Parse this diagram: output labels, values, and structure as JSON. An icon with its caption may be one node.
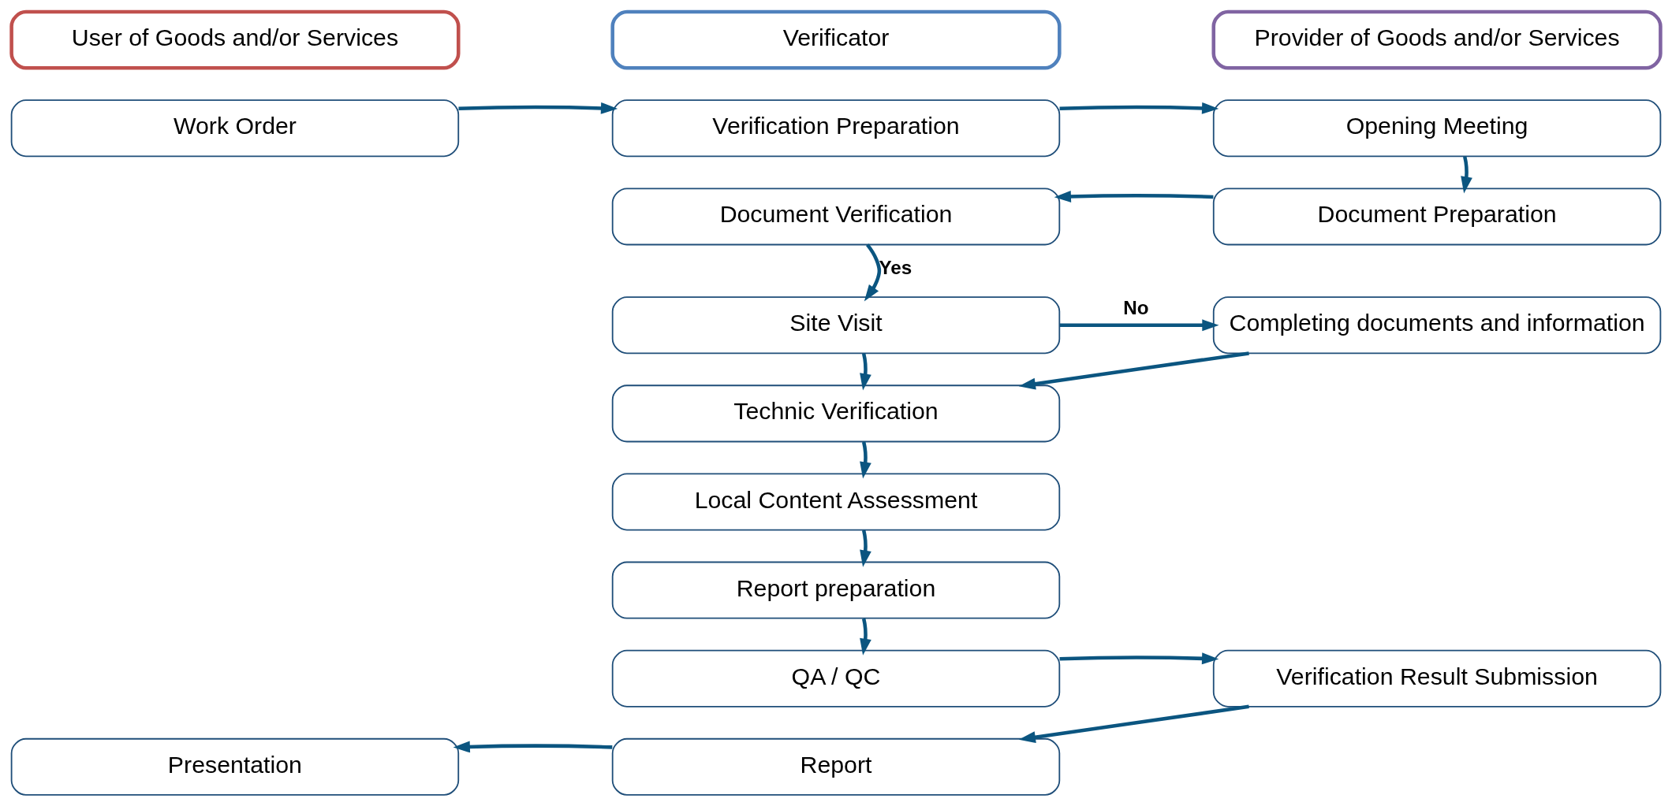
{
  "diagram": {
    "nodes": [
      {
        "text": [
          "User of Goods and/or Services"
        ]
      },
      {
        "text": [
          "Verificator"
        ]
      },
      {
        "text": [
          "Provider of Goods and/or Services"
        ]
      },
      {
        "text": [
          "Work Order"
        ]
      },
      {
        "text": [
          "Verification Preparation"
        ]
      },
      {
        "text": [
          "Opening Meeting"
        ]
      },
      {
        "text": [
          "Document Preparation"
        ]
      },
      {
        "text": [
          "Document Verification"
        ]
      },
      {
        "text": [
          "Site Visit"
        ]
      },
      {
        "text": [
          "Completing documents and information"
        ]
      },
      {
        "text": [
          "Technic Verification"
        ]
      },
      {
        "text": [
          "Local Content Assessment"
        ]
      },
      {
        "text": [
          "Report preparation"
        ]
      },
      {
        "text": [
          "QA / QC"
        ]
      },
      {
        "text": [
          "Verification Result Submission"
        ]
      },
      {
        "text": [
          "Presentation"
        ]
      },
      {
        "text": [
          "Report"
        ]
      }
    ],
    "edges": [
      {
        "from": 3,
        "to": 4,
        "arrow": "to"
      },
      {
        "from": 4,
        "to": 5,
        "arrow": "to"
      },
      {
        "from": 5,
        "to": 6,
        "arrow": "to"
      },
      {
        "from": 6,
        "to": 7,
        "arrow": "to"
      },
      {
        "from": 7,
        "to": 8,
        "arrow": "to",
        "label": "Yes"
      },
      {
        "from": 8,
        "to": 9,
        "arrow": "to",
        "label": "No"
      },
      {
        "from": 9,
        "to": 10,
        "arrow": "to"
      },
      {
        "from": 8,
        "to": 10,
        "arrow": "to"
      },
      {
        "from": 10,
        "to": 11,
        "arrow": "to"
      },
      {
        "from": 11,
        "to": 12,
        "arrow": "to"
      },
      {
        "from": 12,
        "to": 13,
        "arrow": "to"
      },
      {
        "from": 13,
        "to": 14,
        "arrow": "to"
      },
      {
        "from": 14,
        "to": 16,
        "arrow": "to"
      },
      {
        "from": 16,
        "to": 15,
        "arrow": "to"
      }
    ]
  }
}
